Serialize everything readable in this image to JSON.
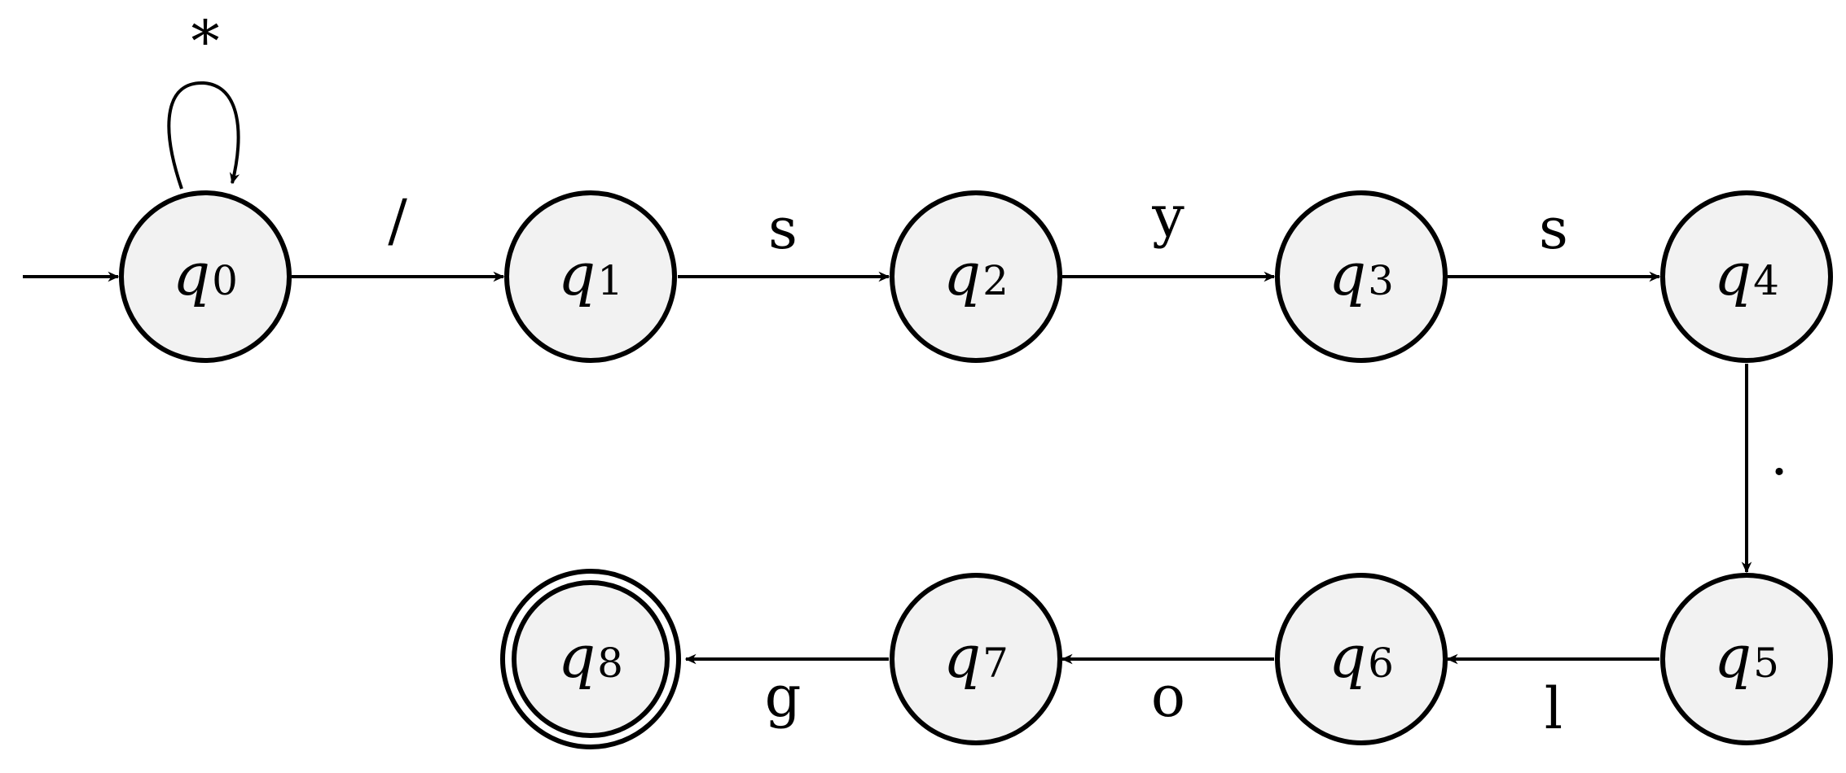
{
  "states": [
    {
      "id": "q0",
      "letter": "q",
      "sub": "0",
      "accepting": false,
      "initial": true
    },
    {
      "id": "q1",
      "letter": "q",
      "sub": "1",
      "accepting": false,
      "initial": false
    },
    {
      "id": "q2",
      "letter": "q",
      "sub": "2",
      "accepting": false,
      "initial": false
    },
    {
      "id": "q3",
      "letter": "q",
      "sub": "3",
      "accepting": false,
      "initial": false
    },
    {
      "id": "q4",
      "letter": "q",
      "sub": "4",
      "accepting": false,
      "initial": false
    },
    {
      "id": "q5",
      "letter": "q",
      "sub": "5",
      "accepting": false,
      "initial": false
    },
    {
      "id": "q6",
      "letter": "q",
      "sub": "6",
      "accepting": false,
      "initial": false
    },
    {
      "id": "q7",
      "letter": "q",
      "sub": "7",
      "accepting": false,
      "initial": false
    },
    {
      "id": "q8",
      "letter": "q",
      "sub": "8",
      "accepting": true,
      "initial": false
    }
  ],
  "transitions": [
    {
      "from": "q0",
      "to": "q0",
      "label": "*"
    },
    {
      "from": "q0",
      "to": "q1",
      "label": "/"
    },
    {
      "from": "q1",
      "to": "q2",
      "label": "s"
    },
    {
      "from": "q2",
      "to": "q3",
      "label": "y"
    },
    {
      "from": "q3",
      "to": "q4",
      "label": "s"
    },
    {
      "from": "q4",
      "to": "q5",
      "label": "."
    },
    {
      "from": "q5",
      "to": "q6",
      "label": "l"
    },
    {
      "from": "q6",
      "to": "q7",
      "label": "o"
    },
    {
      "from": "q7",
      "to": "q8",
      "label": "g"
    }
  ]
}
